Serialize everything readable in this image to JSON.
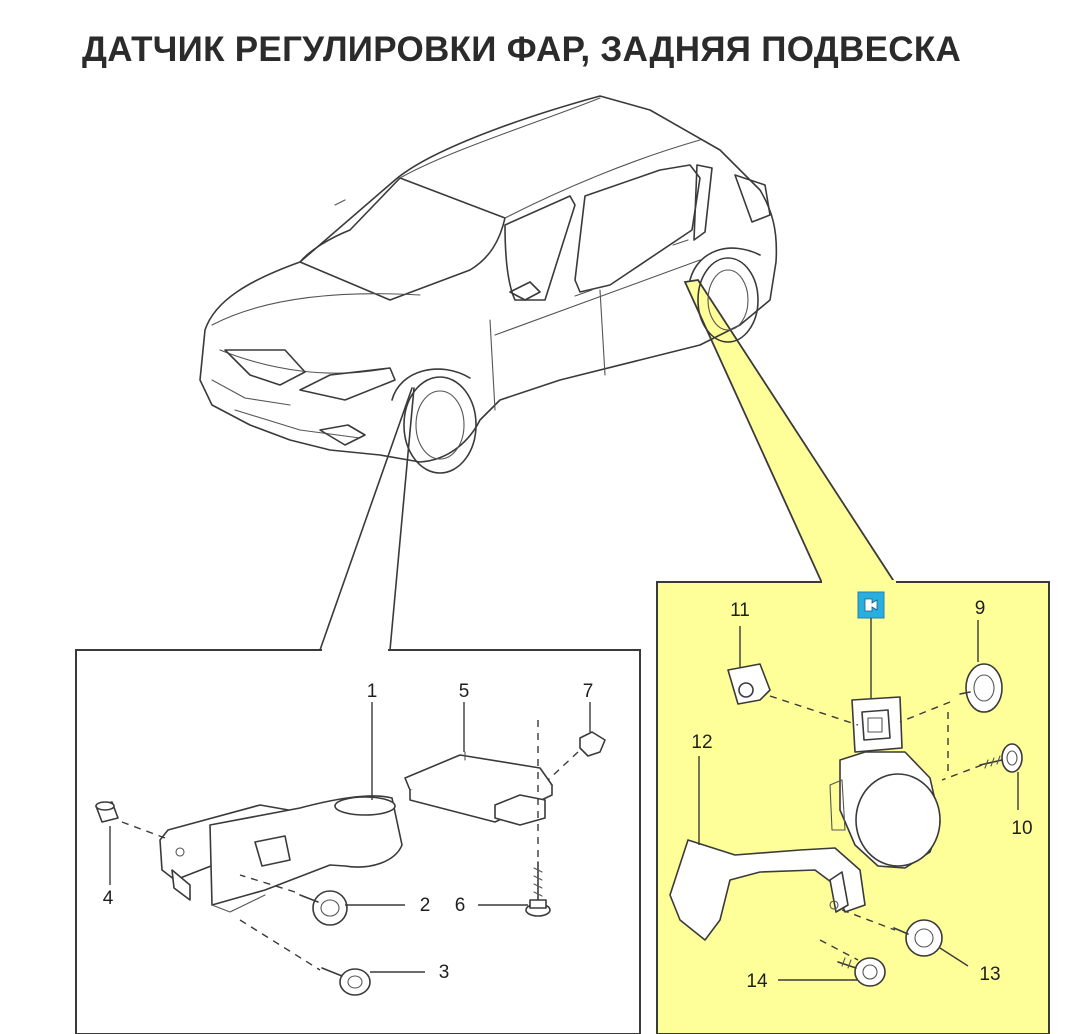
{
  "title": "ДАТЧИК РЕГУЛИРОВКИ ФАР, ЗАДНЯЯ ПОДВЕСКА",
  "colors": {
    "highlight": "#ffff99",
    "line": "#3a3a3a",
    "badge": "#29aee0"
  },
  "front_detail": {
    "callouts": [
      {
        "id": "1",
        "label": "1"
      },
      {
        "id": "2",
        "label": "2"
      },
      {
        "id": "3",
        "label": "3"
      },
      {
        "id": "4",
        "label": "4"
      },
      {
        "id": "5",
        "label": "5"
      },
      {
        "id": "6",
        "label": "6"
      },
      {
        "id": "7",
        "label": "7"
      }
    ]
  },
  "rear_detail": {
    "badge_icon": "camera-view-icon",
    "callouts": [
      {
        "id": "9",
        "label": "9"
      },
      {
        "id": "10",
        "label": "10"
      },
      {
        "id": "11",
        "label": "11"
      },
      {
        "id": "12",
        "label": "12"
      },
      {
        "id": "13",
        "label": "13"
      },
      {
        "id": "14",
        "label": "14"
      }
    ]
  }
}
